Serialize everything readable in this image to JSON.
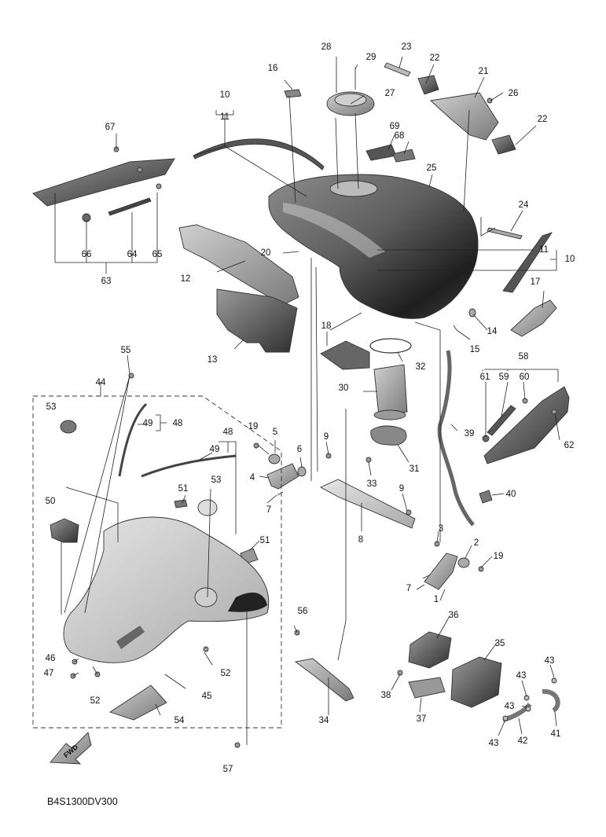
{
  "diagram_code": "B4S1300DV300",
  "fwd_text": "FWD",
  "callouts": [
    "1",
    "2",
    "3",
    "4",
    "5",
    "6",
    "7",
    "8",
    "9",
    "10",
    "11",
    "12",
    "13",
    "14",
    "15",
    "16",
    "17",
    "18",
    "19",
    "20",
    "21",
    "22",
    "23",
    "24",
    "25",
    "26",
    "27",
    "28",
    "29",
    "30",
    "31",
    "32",
    "33",
    "34",
    "35",
    "36",
    "37",
    "38",
    "39",
    "40",
    "41",
    "42",
    "43",
    "44",
    "45",
    "46",
    "47",
    "48",
    "49",
    "50",
    "51",
    "52",
    "53",
    "54",
    "55",
    "56",
    "57",
    "58",
    "59",
    "60",
    "61",
    "62",
    "63",
    "64",
    "65",
    "66",
    "67",
    "68",
    "69"
  ]
}
